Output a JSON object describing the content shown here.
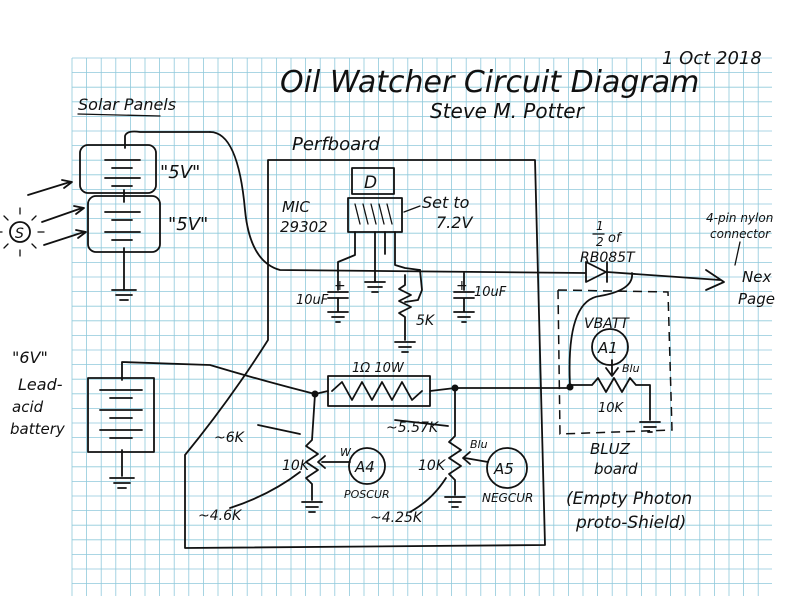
{
  "title": "Oil Watcher Circuit Diagram",
  "author": "Steve M. Potter",
  "date": "1 Oct 2018",
  "solar": {
    "heading": "Solar Panels",
    "panel_top": "\"5V\"",
    "panel_bottom": "\"5V\"",
    "sun": "S"
  },
  "perfboard": {
    "label": "Perfboard",
    "regulator_chip": "D",
    "regulator_name_1": "MIC",
    "regulator_name_2": "29302",
    "set_to_1": "Set to",
    "set_to_2": "7.2V",
    "cap_left": "10uF",
    "cap_right": "10uF",
    "pot_trim": "5K",
    "cap_plus": "+",
    "shunt": "1Ω 10W",
    "pot_left": "10K",
    "pot_left_note": "~6K",
    "pot_left_lower": "~4.6K",
    "wiper_label": "W",
    "pot_right": "10K",
    "pot_right_note": "~5.57K",
    "pot_right_lower": "~4.25K",
    "blu_label": "Blu",
    "a4": "A4",
    "a4_label": "POSCUR",
    "a5": "A5",
    "a5_label": "NEGCUR"
  },
  "diode": {
    "fraction_top": "1",
    "fraction_bottom": "2",
    "of": "of",
    "part": "RB085T"
  },
  "connector": {
    "line1": "4-pin nylon",
    "line2": "connector",
    "next1": "Nex",
    "next2": "Page"
  },
  "battery": {
    "label_1": "\"6V\"",
    "label_2": "Lead-",
    "label_3": "acid",
    "label_4": "battery"
  },
  "bluz": {
    "vbatt": "VBATT",
    "a1": "A1",
    "blu": "Blu",
    "pot": "10K",
    "board_1": "BLUZ",
    "board_2": "board",
    "note_1": "(Empty Photon",
    "note_2": "proto-Shield)"
  }
}
